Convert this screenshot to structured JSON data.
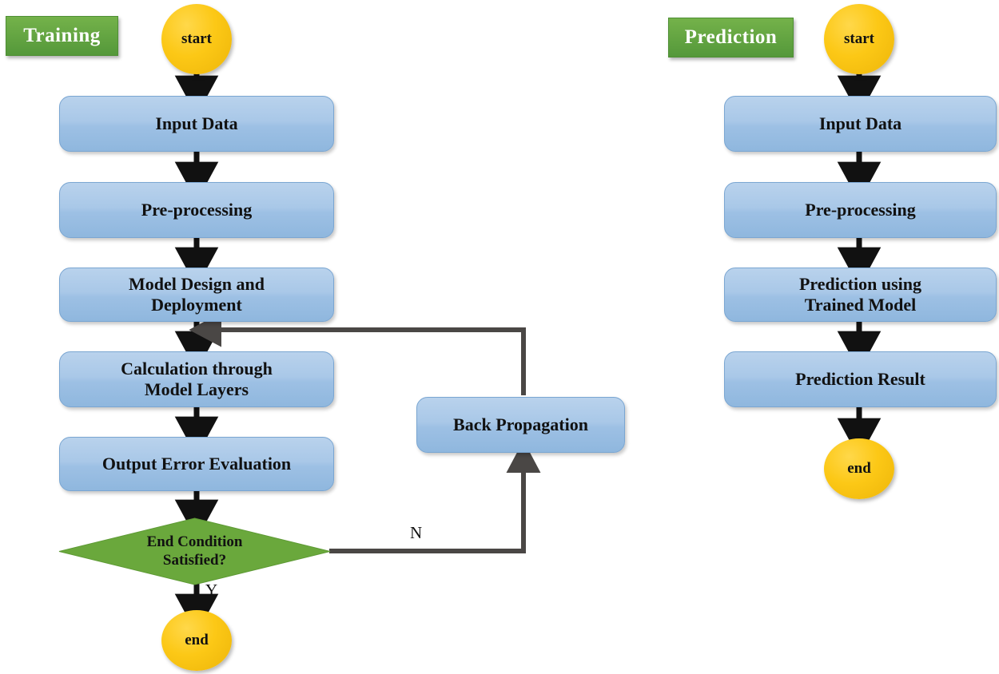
{
  "diagram": {
    "title": "Deep learning training and prediction flowchart",
    "colors": {
      "box_fill": "#a9c8e8",
      "box_border": "#7aa6d2",
      "terminator_fill": "#fcc816",
      "decision_fill": "#6aa83c",
      "tag_fill": "#60a33c",
      "arrow_black": "#111111",
      "arrow_gray": "#3f3f3f"
    },
    "sections": [
      {
        "id": "training",
        "tag_label": "Training"
      },
      {
        "id": "prediction",
        "tag_label": "Prediction"
      }
    ],
    "training": {
      "start": "start",
      "steps": [
        {
          "id": "input-data",
          "line1": "Input  Data",
          "line2": ""
        },
        {
          "id": "pre-processing",
          "line1": "Pre-processing",
          "line2": ""
        },
        {
          "id": "model-design",
          "line1": "Model  Design  and",
          "line2": "Deployment"
        },
        {
          "id": "calculation",
          "line1": "Calculation  through",
          "line2": "Model Layers"
        },
        {
          "id": "output-error",
          "line1": "Output  Error  Evaluation",
          "line2": ""
        }
      ],
      "decision": {
        "line1": "End Condition",
        "line2": "Satisfied?"
      },
      "decision_yes_label": "Y",
      "decision_no_label": "N",
      "back_propagation": "Back Propagation",
      "end": "end"
    },
    "prediction": {
      "start": "start",
      "steps": [
        {
          "id": "input-data",
          "line1": "Input  Data",
          "line2": ""
        },
        {
          "id": "pre-processing",
          "line1": "Pre-processing",
          "line2": ""
        },
        {
          "id": "predict-model",
          "line1": "Prediction  using",
          "line2": "Trained  Model"
        },
        {
          "id": "prediction-result",
          "line1": "Prediction  Result",
          "line2": ""
        }
      ],
      "end": "end"
    }
  }
}
